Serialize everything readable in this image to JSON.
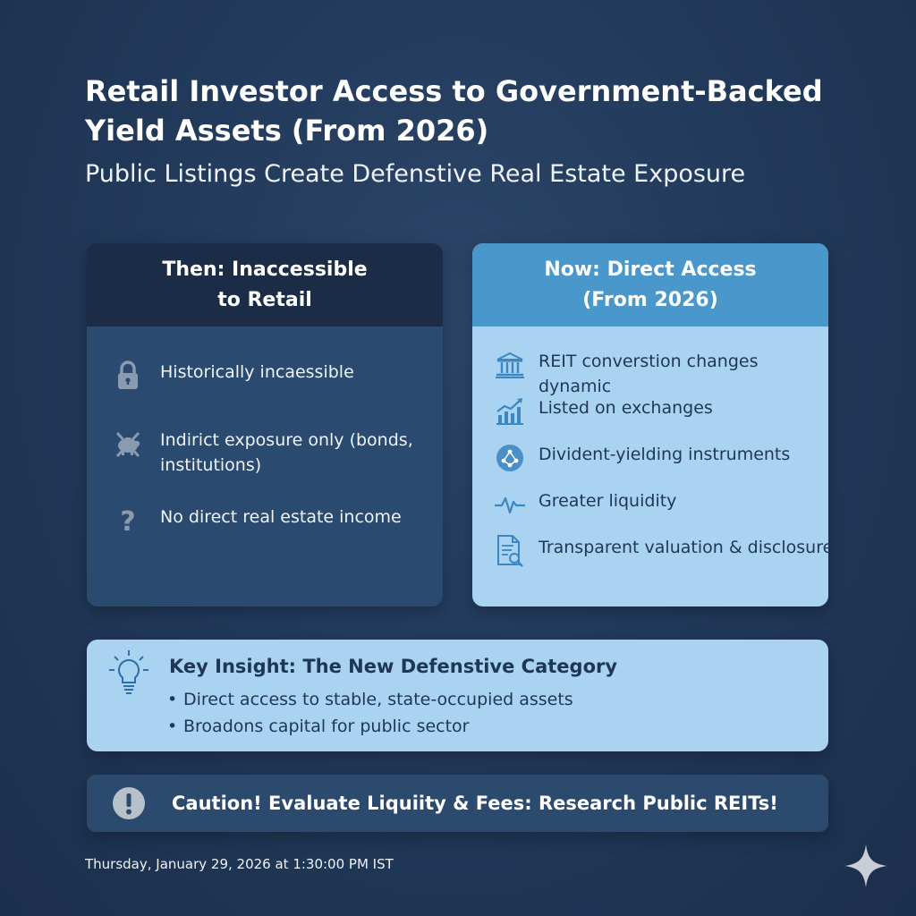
{
  "header": {
    "title": "Retail Investor Access to Government-Backed Yield Assets (From 2026)",
    "subtitle": "Public Listings Create Defenstive Real Estate Exposure"
  },
  "then_panel": {
    "heading": "Then: Inaccessible to Retail",
    "items": [
      {
        "icon": "padlock-icon",
        "label": "Historically incaessible"
      },
      {
        "icon": "piggy-bank-crossed-icon",
        "label": "Indirict exposure only (bonds, institutions)"
      },
      {
        "icon": "question-mark-icon",
        "label": "No direct real estate income"
      }
    ]
  },
  "now_panel": {
    "heading": "Now: Direct Access (From 2026)",
    "items": [
      {
        "icon": "bank-building-icon",
        "label": "REIT converstion changes dynamic"
      },
      {
        "icon": "chart-growth-icon",
        "label": "Listed on exchanges"
      },
      {
        "icon": "dividend-network-icon",
        "label": "Divident-yielding instruments"
      },
      {
        "icon": "pulse-wave-icon",
        "label": "Greater liquidity"
      },
      {
        "icon": "document-search-icon",
        "label": "Transparent valuation & disclosure"
      }
    ]
  },
  "insight": {
    "icon": "lightbulb-icon",
    "title": "Key Insight: The New Defenstive Category",
    "bullets": [
      "Direct access to stable, state-occupied assets",
      "Broadons capital for public sector"
    ]
  },
  "caution": {
    "icon": "exclamation-circle-icon",
    "text": "Caution! Evaluate Liquiity & Fees: Research Public REITs!"
  },
  "footer": {
    "timestamp": "Thursday, January 29, 2026 at 1:30:00 PM IST",
    "sparkle_icon": "sparkle-icon"
  },
  "colors": {
    "background": "#223a5b",
    "then_panel": "#2a4a70",
    "then_header": "#1b2c47",
    "now_panel": "#a9d3f0",
    "now_header": "#4a97cb",
    "icon_blue": "#3b86c4"
  }
}
